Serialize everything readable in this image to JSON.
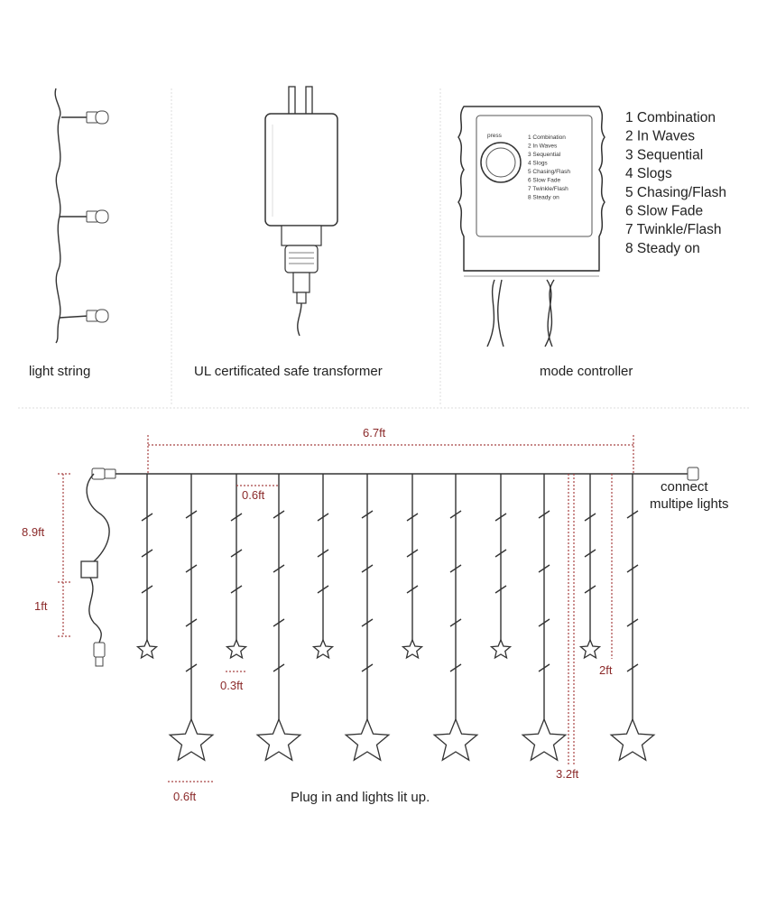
{
  "panels": {
    "light_string": {
      "caption": "light string"
    },
    "transformer": {
      "caption": "UL certificated safe transformer"
    },
    "controller": {
      "caption": "mode controller",
      "button_label": "press",
      "modes": [
        "1 Combination",
        "2 In Waves",
        "3 Sequential",
        "4 Slogs",
        "5 Chasing/Flash",
        "6 Slow Fade",
        "7 Twinkle/Flash",
        "8 Steady on"
      ]
    }
  },
  "curtain": {
    "width_label": "6.7ft",
    "height_label": "8.9ft",
    "lead_label": "1ft",
    "spacing_label": "0.6ft",
    "small_star_label": "0.3ft",
    "large_star_label": "0.6ft",
    "short_strand_label": "2ft",
    "long_strand_label": "3.2ft",
    "connect_label_1": "connect",
    "connect_label_2": "multipe lights",
    "tagline": "Plug in and lights lit up."
  },
  "colors": {
    "line": "#333333",
    "dimension": "#a84444",
    "background": "#ffffff"
  }
}
